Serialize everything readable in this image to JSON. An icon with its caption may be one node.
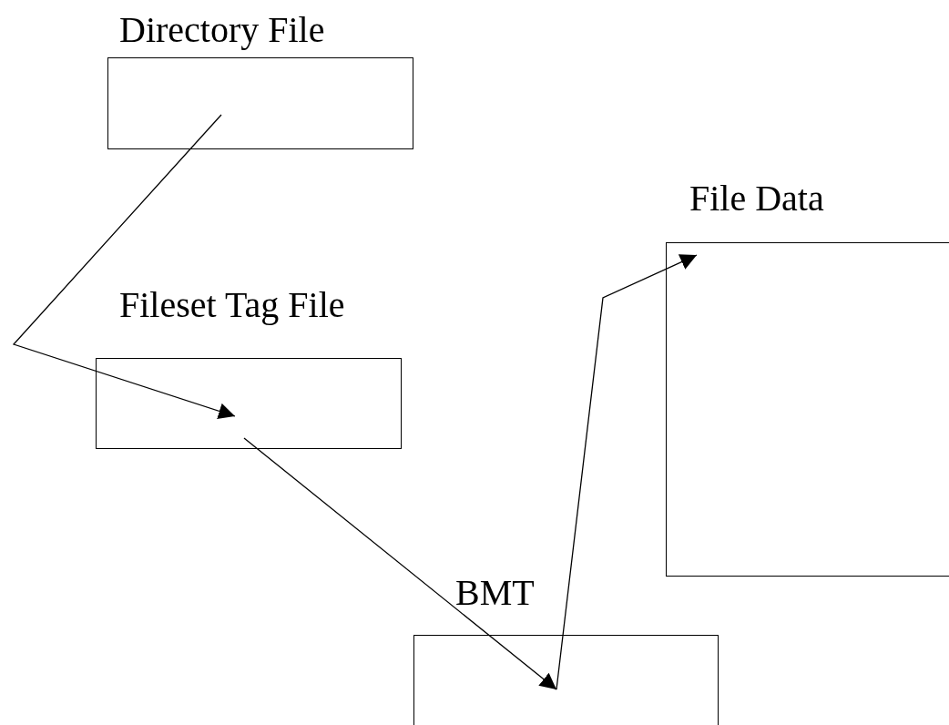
{
  "diagram": {
    "nodes": [
      {
        "text": [
          "Directory File"
        ]
      },
      {
        "text": [
          "Fileset Tag File"
        ]
      },
      {
        "text": [
          "File Data"
        ]
      },
      {
        "text": [
          "BMT"
        ]
      }
    ],
    "edges": [
      {
        "from": 0,
        "to": 1,
        "arrow": "to"
      },
      {
        "from": 1,
        "to": 3,
        "arrow": "to"
      },
      {
        "from": 3,
        "to": 2,
        "arrow": "to"
      }
    ]
  }
}
